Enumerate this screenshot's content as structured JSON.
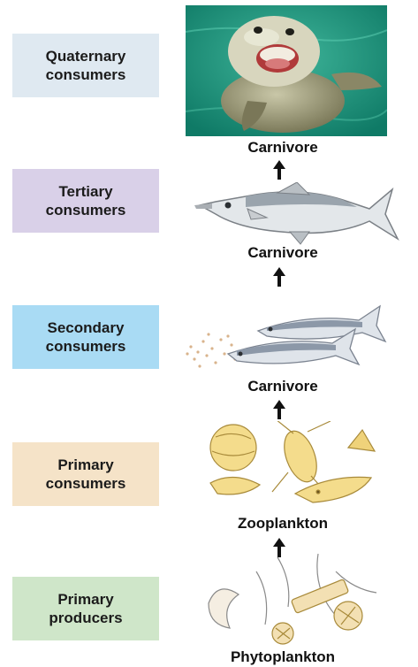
{
  "levels": [
    {
      "line1": "Quaternary",
      "line2": "consumers",
      "color": "#dfe9f1",
      "organism": "Carnivore"
    },
    {
      "line1": "Tertiary",
      "line2": "consumers",
      "color": "#d9d0e8",
      "organism": "Carnivore"
    },
    {
      "line1": "Secondary",
      "line2": "consumers",
      "color": "#a9dbf4",
      "organism": "Carnivore"
    },
    {
      "line1": "Primary",
      "line2": "consumers",
      "color": "#f5e3c8",
      "organism": "Zooplankton"
    },
    {
      "line1": "Primary",
      "line2": "producers",
      "color": "#cfe6c9",
      "organism": "Phytoplankton"
    }
  ],
  "icons": [
    "seal-illustration",
    "tuna-illustration",
    "sardines-illustration",
    "zooplankton-illustration",
    "phytoplankton-illustration",
    "arrow-up-icon"
  ]
}
